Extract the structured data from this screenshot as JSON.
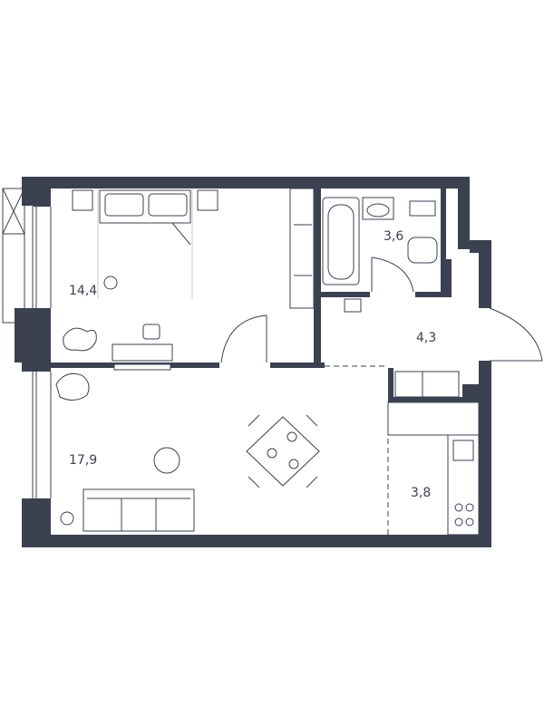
{
  "colors": {
    "wall": "#3b4150",
    "background": "#ffffff",
    "guide": "#c8c9cc"
  },
  "rooms": [
    {
      "id": "bedroom",
      "area": "14,4"
    },
    {
      "id": "bathroom",
      "area": "3,6"
    },
    {
      "id": "hallway",
      "area": "4,3"
    },
    {
      "id": "living",
      "area": "17,9"
    },
    {
      "id": "kitchen",
      "area": "3,8"
    }
  ]
}
